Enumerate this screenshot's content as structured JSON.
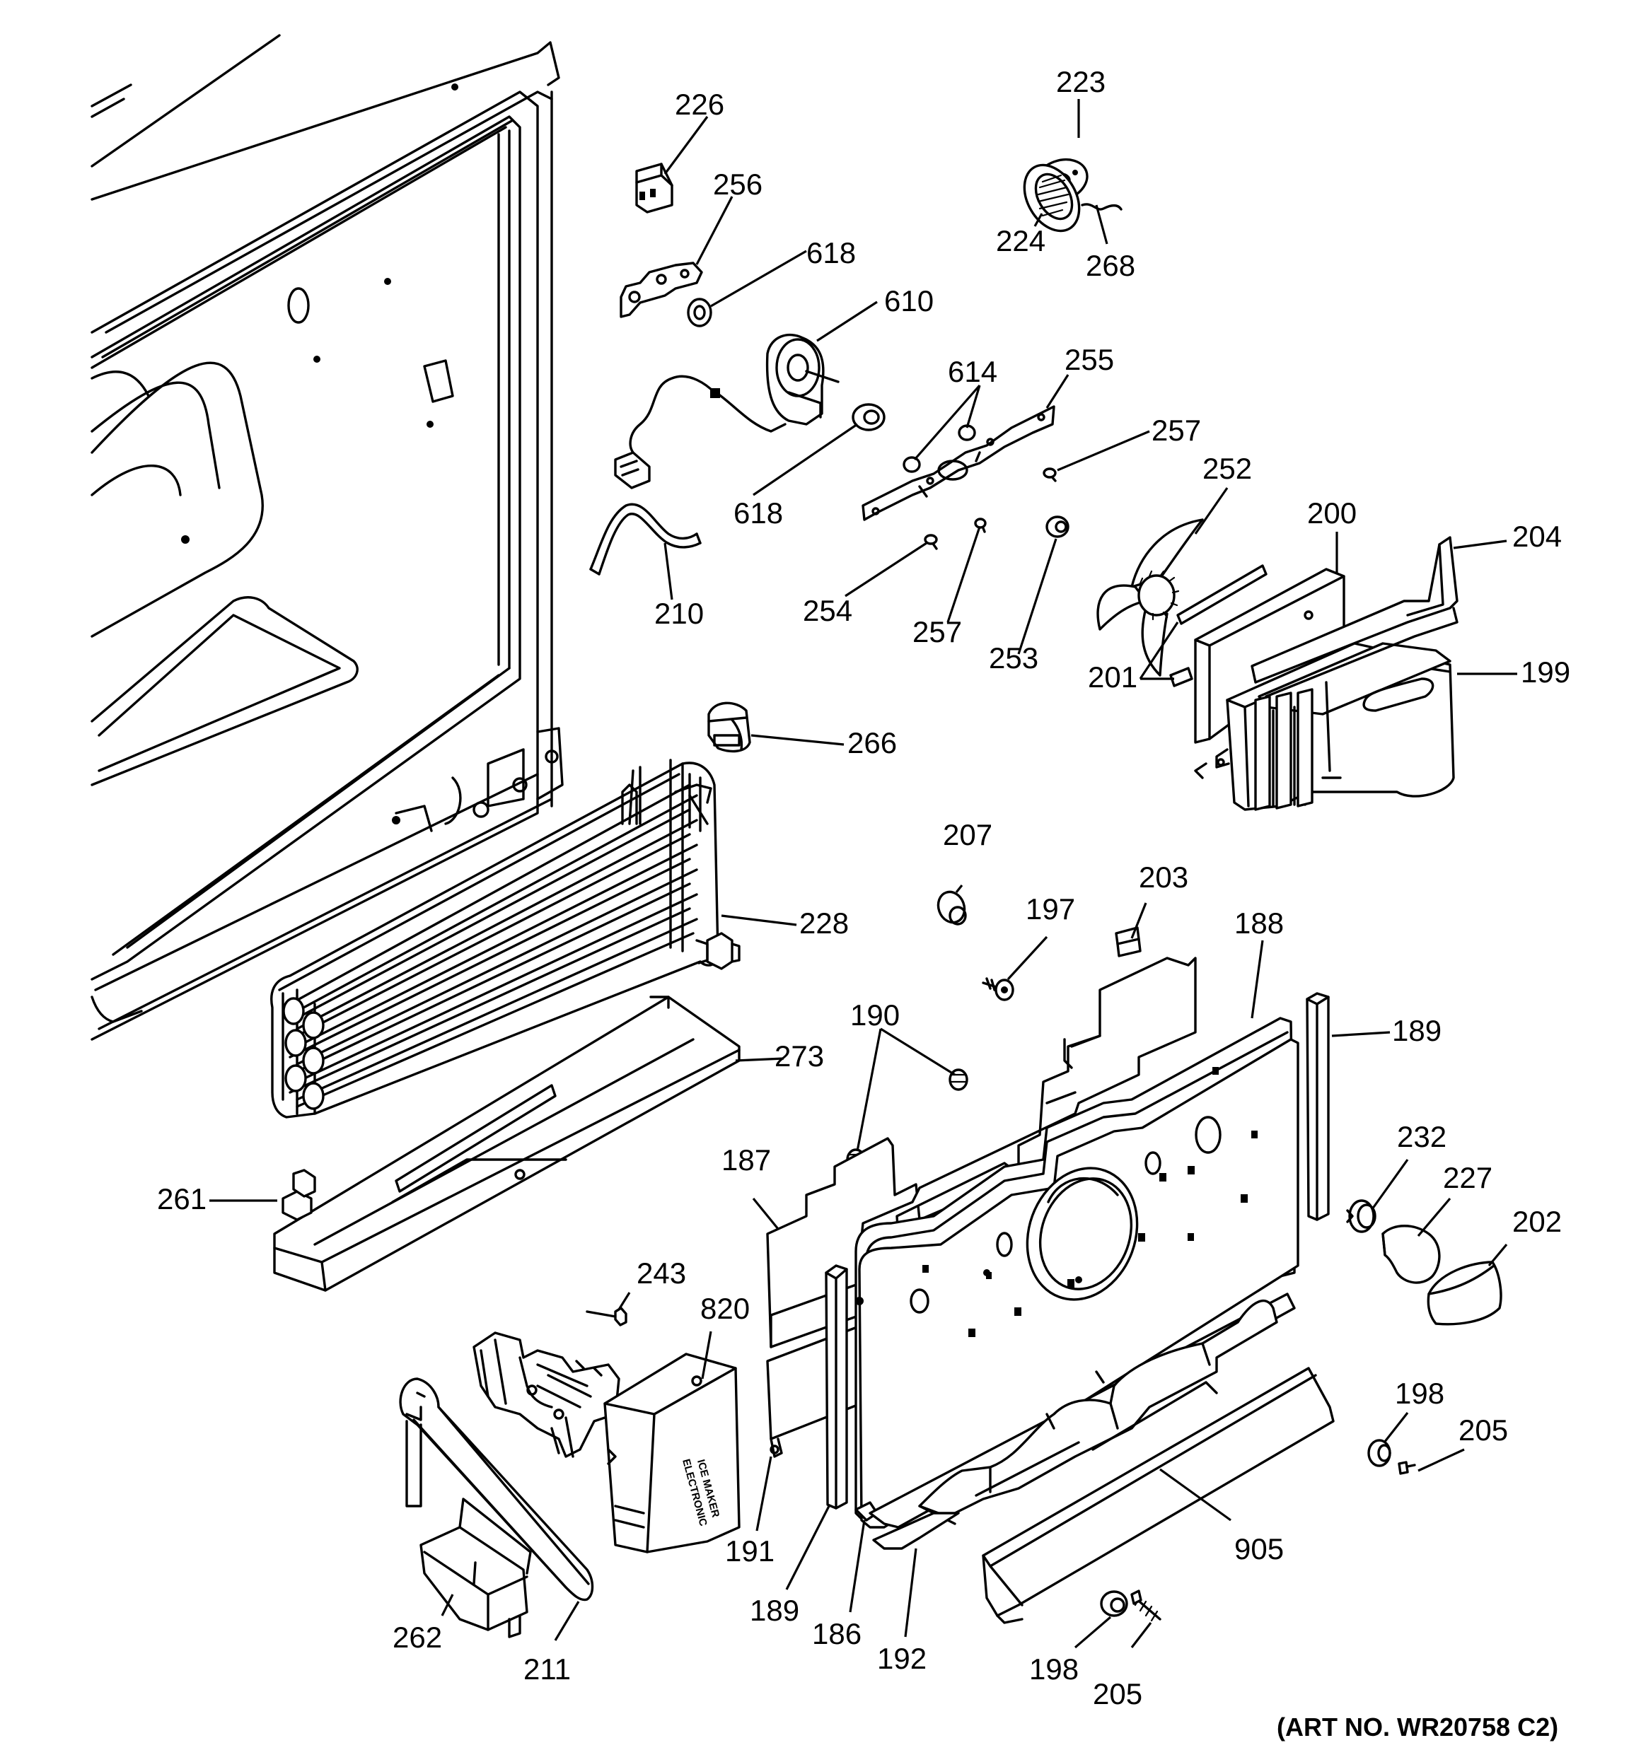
{
  "art_number": "(ART NO. WR20758 C2)",
  "ice_maker_text": [
    "ELECTRONIC",
    "ICE MAKER"
  ],
  "callouts": [
    {
      "label": "226"
    },
    {
      "label": "256"
    },
    {
      "label": "618"
    },
    {
      "label": "610"
    },
    {
      "label": "618"
    },
    {
      "label": "210"
    },
    {
      "label": "223"
    },
    {
      "label": "224"
    },
    {
      "label": "268"
    },
    {
      "label": "614"
    },
    {
      "label": "255"
    },
    {
      "label": "257"
    },
    {
      "label": "252"
    },
    {
      "label": "254"
    },
    {
      "label": "257"
    },
    {
      "label": "253"
    },
    {
      "label": "200"
    },
    {
      "label": "204"
    },
    {
      "label": "201"
    },
    {
      "label": "199"
    },
    {
      "label": "266"
    },
    {
      "label": "228"
    },
    {
      "label": "207"
    },
    {
      "label": "197"
    },
    {
      "label": "203"
    },
    {
      "label": "188"
    },
    {
      "label": "190"
    },
    {
      "label": "189"
    },
    {
      "label": "273"
    },
    {
      "label": "261"
    },
    {
      "label": "187"
    },
    {
      "label": "232"
    },
    {
      "label": "227"
    },
    {
      "label": "202"
    },
    {
      "label": "243"
    },
    {
      "label": "820"
    },
    {
      "label": "198"
    },
    {
      "label": "205"
    },
    {
      "label": "191"
    },
    {
      "label": "189"
    },
    {
      "label": "186"
    },
    {
      "label": "192"
    },
    {
      "label": "905"
    },
    {
      "label": "262"
    },
    {
      "label": "211"
    },
    {
      "label": "198"
    },
    {
      "label": "205"
    }
  ]
}
